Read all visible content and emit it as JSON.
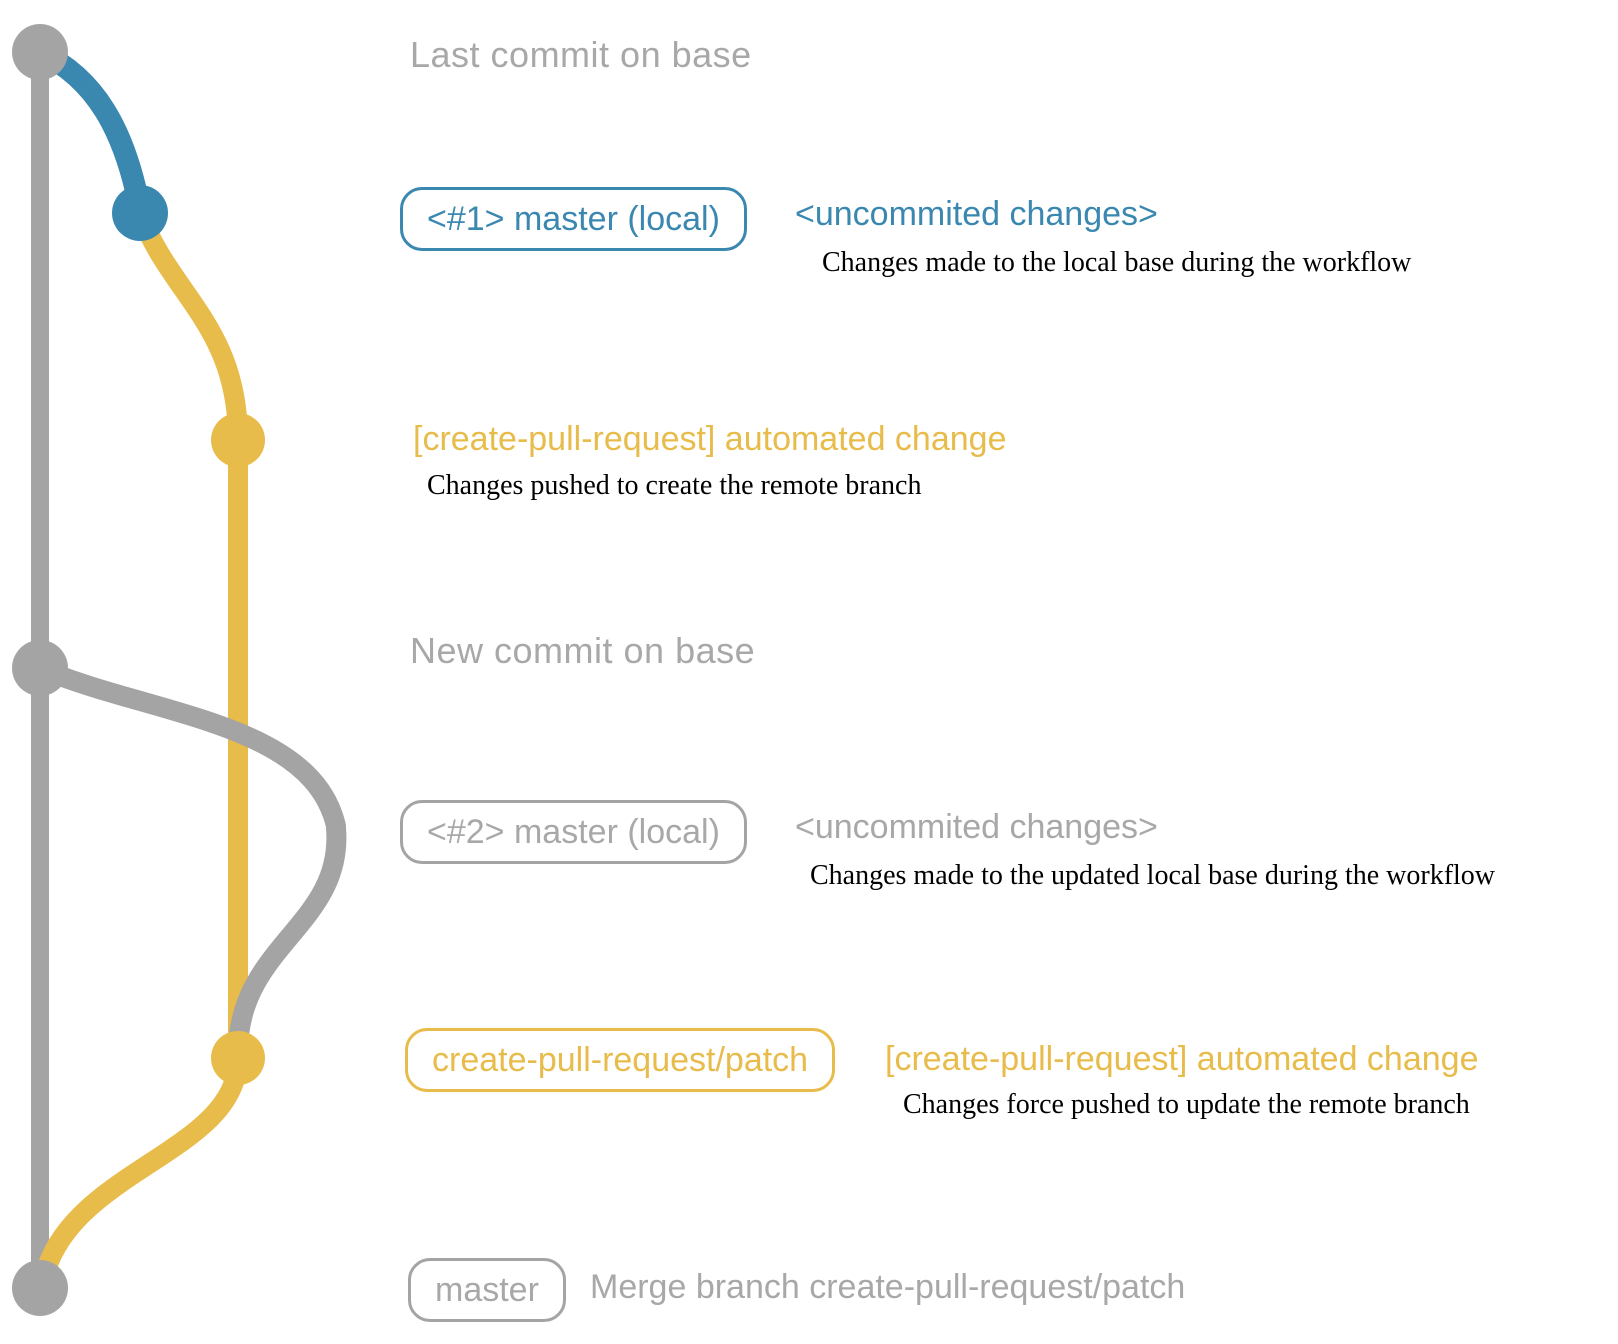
{
  "colors": {
    "gray": "#a4a4a4",
    "gray_text": "#a8a8a8",
    "blue": "#3a87b0",
    "yellow": "#e8bc4b",
    "black": "#000000"
  },
  "graph": {
    "commit_dots": [
      "last-commit-on-base",
      "uncommitted-changes-1",
      "automated-change-1",
      "new-commit-on-base",
      "uncommitted-changes-2",
      "automated-change-2",
      "merge-commit"
    ]
  },
  "annotations": {
    "row1": {
      "text": "Last commit on base"
    },
    "row2": {
      "badge": "<#1> master (local)",
      "label": "<uncommited changes>",
      "description": "Changes made to the local base during the workflow"
    },
    "row3": {
      "label": "[create-pull-request] automated change",
      "description": "Changes pushed to create the remote branch"
    },
    "row4": {
      "text": "New commit on base"
    },
    "row5": {
      "badge": "<#2> master (local)",
      "label": "<uncommited changes>",
      "description": "Changes made to the updated local base during the workflow"
    },
    "row6": {
      "badge": "create-pull-request/patch",
      "label": "[create-pull-request] automated change",
      "description": "Changes force pushed to update the remote branch"
    },
    "row7": {
      "badge": "master",
      "label": "Merge branch create-pull-request/patch"
    }
  }
}
